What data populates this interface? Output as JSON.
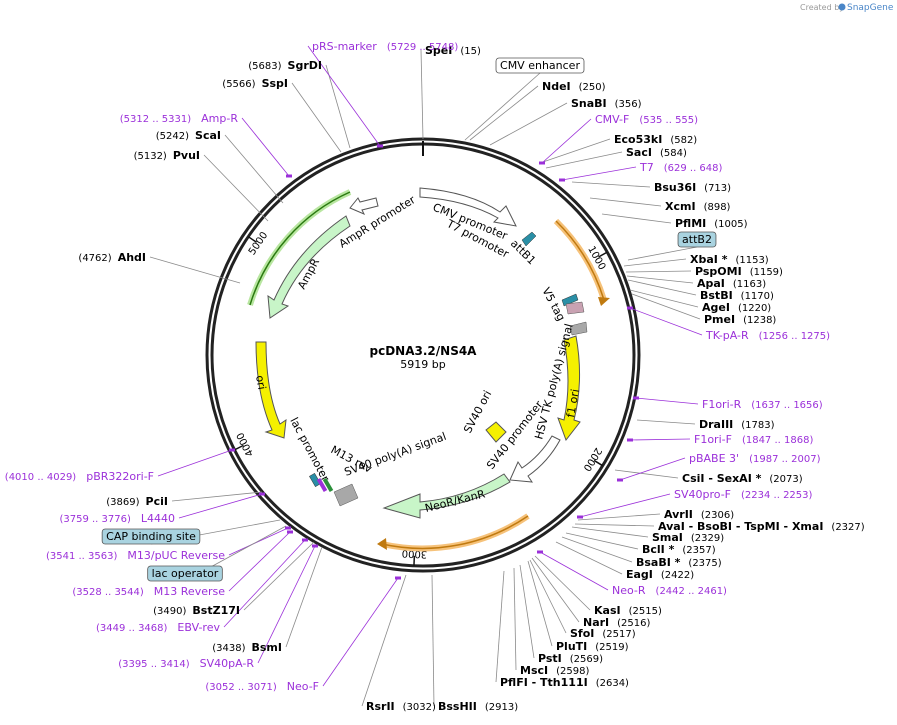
{
  "credit": {
    "prefix": "Created by",
    "brand": "SnapGene"
  },
  "plasmid": {
    "name": "pcDNA3.2/NS4A",
    "size_label": "5919 bp"
  },
  "ticks": [
    {
      "bp": 1000,
      "label": "1000"
    },
    {
      "bp": 2000,
      "label": "2000"
    },
    {
      "bp": 3000,
      "label": "3000"
    },
    {
      "bp": 4000,
      "label": "4000"
    },
    {
      "bp": 5000,
      "label": "5000"
    }
  ],
  "enzymes": [
    {
      "name": "SpeI",
      "pos": "(15)"
    },
    {
      "name": "NdeI",
      "pos": "(250)"
    },
    {
      "name": "SnaBI",
      "pos": "(356)"
    },
    {
      "name": "Eco53kI",
      "pos": "(582)"
    },
    {
      "name": "SacI",
      "pos": "(584)"
    },
    {
      "name": "Bsu36I",
      "pos": "(713)"
    },
    {
      "name": "XcmI",
      "pos": "(898)"
    },
    {
      "name": "PflMI",
      "pos": "(1005)"
    },
    {
      "name": "XbaI *",
      "pos": "(1153)"
    },
    {
      "name": "PspOMI",
      "pos": "(1159)"
    },
    {
      "name": "ApaI",
      "pos": "(1163)"
    },
    {
      "name": "BstBI",
      "pos": "(1170)"
    },
    {
      "name": "AgeI",
      "pos": "(1220)"
    },
    {
      "name": "PmeI",
      "pos": "(1238)"
    },
    {
      "name": "DraIII",
      "pos": "(1783)"
    },
    {
      "name": "CsiI  - SexAI *",
      "pos": "(2073)"
    },
    {
      "name": "AvrII",
      "pos": "(2306)"
    },
    {
      "name": "AvaI  - BsoBI  - TspMI  - XmaI",
      "pos": "(2327)"
    },
    {
      "name": "SmaI",
      "pos": "(2329)"
    },
    {
      "name": "BclI *",
      "pos": "(2357)"
    },
    {
      "name": "BsaBI *",
      "pos": "(2375)"
    },
    {
      "name": "EagI",
      "pos": "(2422)"
    },
    {
      "name": "KasI",
      "pos": "(2515)"
    },
    {
      "name": "NarI",
      "pos": "(2516)"
    },
    {
      "name": "SfoI",
      "pos": "(2517)"
    },
    {
      "name": "PluTI",
      "pos": "(2519)"
    },
    {
      "name": "PstI",
      "pos": "(2569)"
    },
    {
      "name": "MscI",
      "pos": "(2598)"
    },
    {
      "name": "PflFI  - Tth111I",
      "pos": "(2634)"
    },
    {
      "name": "BssHII",
      "pos": "(2913)"
    },
    {
      "name": "RsrII",
      "pos": "(3032)"
    },
    {
      "name": "BsmI",
      "pos": "(3438)"
    },
    {
      "name": "BstZ17I",
      "pos": "(3490)"
    },
    {
      "name": "PciI",
      "pos": "(3869)"
    },
    {
      "name": "AhdI",
      "pos": "(4762)"
    },
    {
      "name": "PvuI",
      "pos": "(5132)"
    },
    {
      "name": "ScaI",
      "pos": "(5242)"
    },
    {
      "name": "SspI",
      "pos": "(5566)"
    },
    {
      "name": "SgrDI",
      "pos": "(5683)"
    }
  ],
  "primers": [
    {
      "name": "pRS-marker",
      "range": "(5729 .. 5748)"
    },
    {
      "name": "CMV-F",
      "range": "(535 .. 555)"
    },
    {
      "name": "T7",
      "range": "(629 .. 648)"
    },
    {
      "name": "TK-pA-R",
      "range": "(1256 .. 1275)"
    },
    {
      "name": "F1ori-R",
      "range": "(1637 .. 1656)"
    },
    {
      "name": "F1ori-F",
      "range": "(1847 .. 1868)"
    },
    {
      "name": "pBABE 3'",
      "range": "(1987 .. 2007)"
    },
    {
      "name": "SV40pro-F",
      "range": "(2234 .. 2253)"
    },
    {
      "name": "Neo-R",
      "range": "(2442 .. 2461)"
    },
    {
      "name": "Neo-F",
      "range": "(3052 .. 3071)"
    },
    {
      "name": "SV40pA-R",
      "range": "(3395 .. 3414)"
    },
    {
      "name": "EBV-rev",
      "range": "(3449 .. 3468)"
    },
    {
      "name": "M13 Reverse",
      "range": "(3528 .. 3544)"
    },
    {
      "name": "M13/pUC Reverse",
      "range": "(3541 .. 3563)"
    },
    {
      "name": "L4440",
      "range": "(3759 .. 3776)"
    },
    {
      "name": "pBR322ori-F",
      "range": "(4010 .. 4029)"
    },
    {
      "name": "Amp-R",
      "range": "(5312 .. 5331)"
    }
  ],
  "boxed_features": [
    {
      "name": "CMV enhancer"
    },
    {
      "name": "attB2"
    },
    {
      "name": "CAP binding site"
    },
    {
      "name": "lac operator"
    }
  ],
  "features": {
    "cmv_promoter": "CMV promoter",
    "t7_promoter": "T7 promoter",
    "attb1": "attB1",
    "v5_tag": "V5 tag",
    "hsv_tk_polya": "HSV TK poly(A) signal",
    "f1_ori": "f1 ori",
    "sv40_ori": "SV40 ori",
    "sv40_promoter": "SV40 promoter",
    "neor_kanr": "NeoR/KanR",
    "sv40_polya": "SV40 poly(A) signal",
    "m13_rev": "M13 rev",
    "lac_promoter": "lac promoter",
    "ori": "ori",
    "ampr": "AmpR",
    "ampr_promoter": "AmpR promoter"
  }
}
